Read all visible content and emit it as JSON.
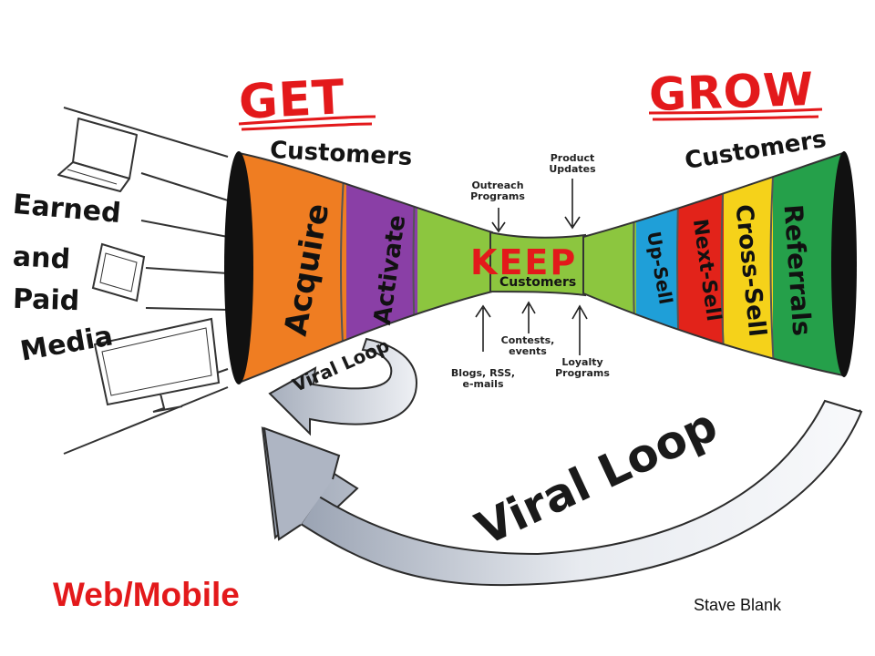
{
  "get": {
    "title": "GET",
    "subtitle": "Customers",
    "stages": [
      "Acquire",
      "Activate"
    ]
  },
  "keep": {
    "title": "KEEP",
    "subtitle": "Customers",
    "inputs_top": [
      "Outreach Programs",
      "Product Updates"
    ],
    "inputs_bottom": [
      "Blogs, RSS, e-mails",
      "Contests, events",
      "Loyalty Programs"
    ]
  },
  "grow": {
    "title": "GROW",
    "subtitle": "Customers",
    "stages": [
      "Up-Sell",
      "Next-Sell",
      "Cross-Sell",
      "Referrals"
    ]
  },
  "media_label": [
    "Earned",
    "and",
    "Paid",
    "Media"
  ],
  "loops": {
    "small": "Viral Loop",
    "large": "Viral Loop"
  },
  "footer": {
    "left": "Web/Mobile",
    "right": "Stave Blank"
  },
  "colors": {
    "accent_red": "#e3191b",
    "acquire": "#ef7d22",
    "activate": "#8a3fa6",
    "keep": "#8cc63f",
    "upsell": "#1f9fd8",
    "nextsell": "#e2231a",
    "crosssell": "#f5d21a",
    "referrals": "#25a04a",
    "loop_fill": "#c9ced8"
  },
  "icons": [
    "laptop-icon",
    "phone-icon",
    "monitor-icon",
    "arrow-icon"
  ]
}
